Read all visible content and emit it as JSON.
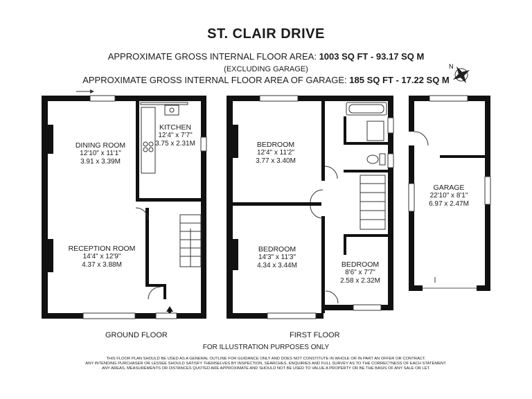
{
  "header": {
    "title": "ST. CLAIR DRIVE",
    "area_label": "APPROXIMATE GROSS INTERNAL FLOOR AREA:",
    "area_value": "1003 SQ FT  -  93.17 SQ M",
    "excluding": "(EXCLUDING GARAGE)",
    "garage_area_label": "APPROXIMATE GROSS INTERNAL FLOOR AREA OF GARAGE:",
    "garage_area_value": "185 SQ FT  -  17.22 SQ M"
  },
  "compass": {
    "label": "N",
    "icon": "compass-rose-icon"
  },
  "ground_floor": {
    "label": "GROUND FLOOR",
    "rooms": [
      {
        "name": "DINING ROOM",
        "imperial": "12'10\" x 11'1\"",
        "metric": "3.91 x 3.39M"
      },
      {
        "name": "KITCHEN",
        "imperial": "12'4\" x 7'7\"",
        "metric": "3.75 x 2.31M"
      },
      {
        "name": "RECEPTION ROOM",
        "imperial": "14'4\" x 12'9\"",
        "metric": "4.37 x 3.88M"
      }
    ]
  },
  "first_floor": {
    "label": "FIRST FLOOR",
    "rooms": [
      {
        "name": "BEDROOM",
        "imperial": "12'4\" x 11'2\"",
        "metric": "3.77 x 3.40M"
      },
      {
        "name": "BEDROOM",
        "imperial": "14'3\" x 11'3\"",
        "metric": "4.34 x 3.44M"
      },
      {
        "name": "BEDROOM",
        "imperial": "8'6\" x 7'7\"",
        "metric": "2.58 x 2.32M"
      }
    ]
  },
  "garage": {
    "name": "GARAGE",
    "imperial": "22'10\" x 8'1\"",
    "metric": "6.97 x 2.47M"
  },
  "footer": {
    "illustration": "FOR ILLUSTRATION PURPOSES ONLY",
    "disclaimer_1": "THIS FLOOR PLAN SHOULD BE USED AS A GENERAL OUTLINE FOR GUIDANCE ONLY AND DOES NOT CONSTITUTE IN WHOLE OR IN PART AN OFFER OR CONTRACT.",
    "disclaimer_2": "ANY INTENDING PURCHASER OR LESSEE SHOULD SATISFY THEMSELVES BY INSPECTION, SEARCHES, ENQUIRIES AND FULL SURVEY AS TO THE CORRECTNESS OF EACH STATEMENT.",
    "disclaimer_3": "ANY AREAS, MEASUREMENTS OR DISTANCES QUOTED ARE APPROXIMATE AND SHOULD NOT BE USED TO VALUE A PROPERTY OR BE THE BASIS OF ANY SALE OR LET."
  }
}
